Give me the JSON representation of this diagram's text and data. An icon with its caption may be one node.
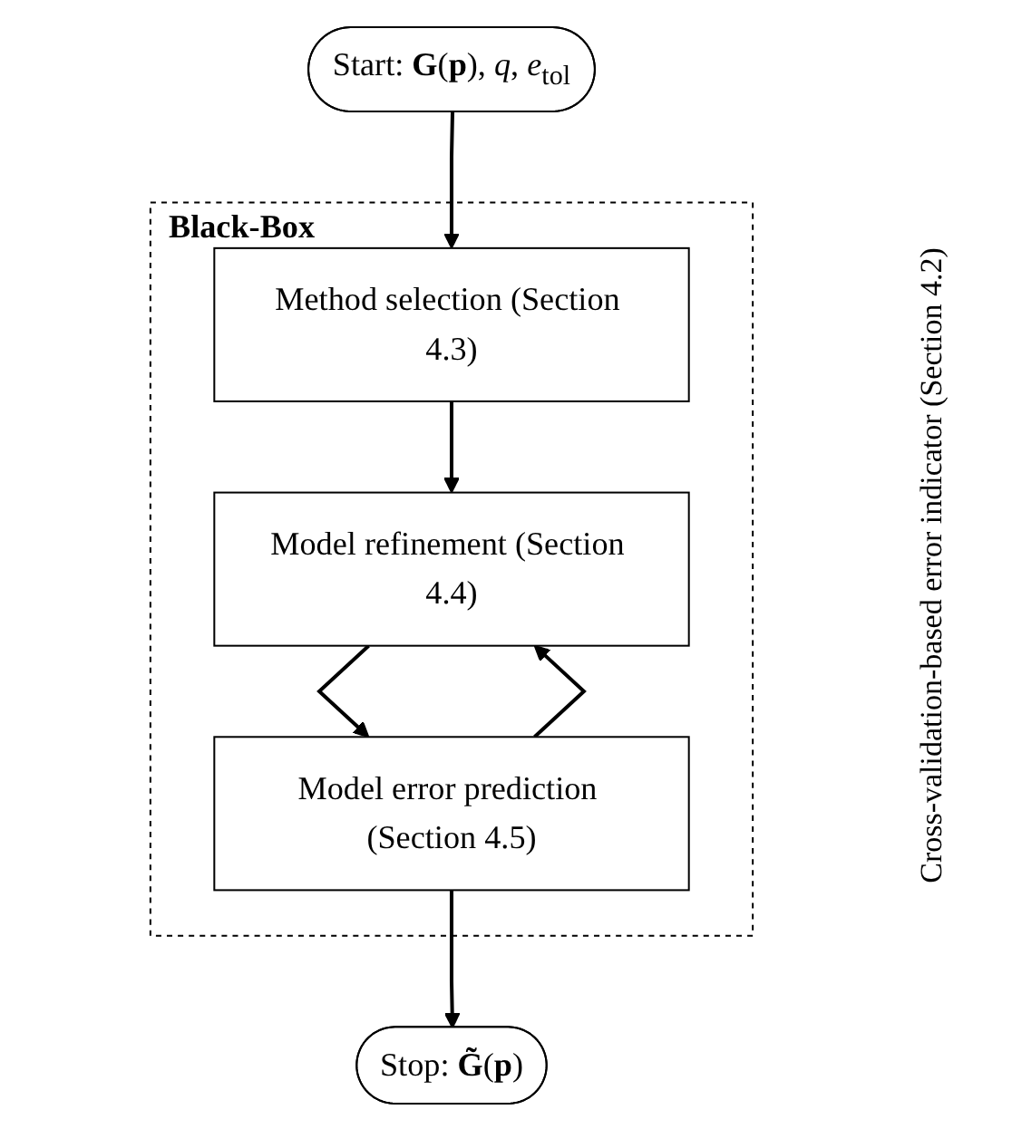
{
  "diagram": {
    "nodes": [
      {
        "text": [
          "Start: **G**(**p**), *q*, *e*$_{tol}$"
        ]
      },
      {
        "text": [
          "Black-Box"
        ]
      },
      {
        "text": [
          "Method selection (Section 4.3)"
        ],
        "in": 1
      },
      {
        "text": [
          "Model refinement (Section 4.4)"
        ],
        "in": 1
      },
      {
        "text": [
          "Model error prediction (Section 4.5)"
        ],
        "in": 1
      },
      {
        "text": [
          "Stop: **G̃**(**p**)"
        ]
      }
    ],
    "edges": [
      {
        "from": 0,
        "to": 2,
        "arrow": "to"
      },
      {
        "from": 2,
        "to": 3,
        "arrow": "to"
      },
      {
        "from": 3,
        "to": 4,
        "arrow": "to"
      },
      {
        "from": 4,
        "to": 3,
        "arrow": "to"
      },
      {
        "from": 4,
        "to": 5,
        "arrow": "to"
      }
    ],
    "labels": [
      "Cross-validation-based error indicator (Section 4.2)"
    ]
  }
}
